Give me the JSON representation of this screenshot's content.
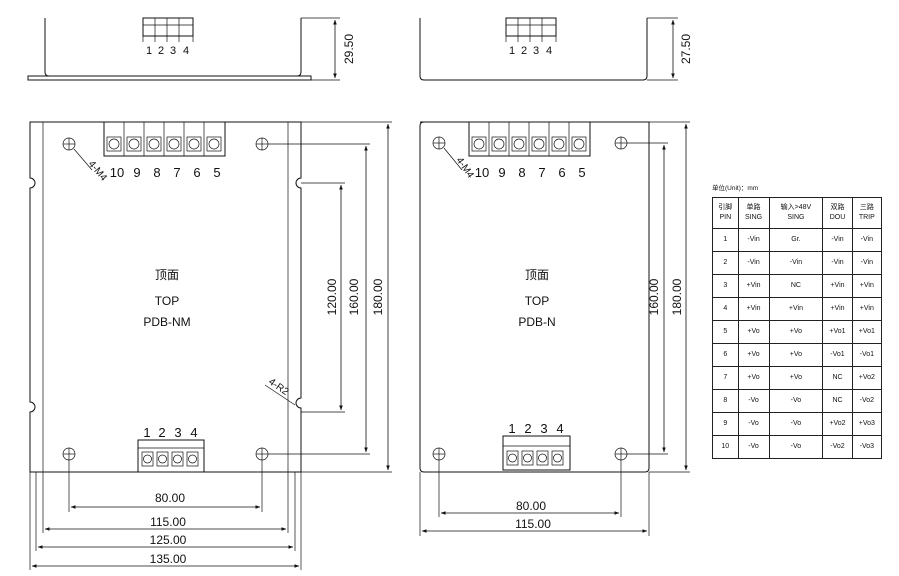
{
  "side_view_left": {
    "pins": [
      "1",
      "2",
      "3",
      "4"
    ],
    "height_dim": "29.50"
  },
  "side_view_right": {
    "pins": [
      "1",
      "2",
      "3",
      "4"
    ],
    "height_dim": "27.50"
  },
  "top_view_left": {
    "top_terminals": [
      "10",
      "9",
      "8",
      "7",
      "6",
      "5"
    ],
    "bottom_terminals": [
      "1",
      "2",
      "3",
      "4"
    ],
    "mount_label": "4-M4",
    "corner_label": "4-R2",
    "title_cn": "顶面",
    "title_en": "TOP",
    "model": "PDB-NM",
    "dims": {
      "hole_spacing_v": "120.00",
      "hole_spacing_v2": "160.00",
      "height": "180.00",
      "w1": "80.00",
      "w2": "115.00",
      "w3": "125.00",
      "w4": "135.00"
    }
  },
  "top_view_right": {
    "top_terminals": [
      "10",
      "9",
      "8",
      "7",
      "6",
      "5"
    ],
    "bottom_terminals": [
      "1",
      "2",
      "3",
      "4"
    ],
    "mount_label": "4-M4",
    "title_cn": "顶面",
    "title_en": "TOP",
    "model": "PDB-N",
    "dims": {
      "hole_spacing_v": "160.00",
      "height": "180.00",
      "w1": "80.00",
      "w2": "115.00"
    }
  },
  "pin_table": {
    "unit": "单位(Unit)：mm",
    "headers": [
      [
        "引脚",
        "PIN"
      ],
      [
        "单路",
        "SING"
      ],
      [
        "输入>48V",
        "SING"
      ],
      [
        "双路",
        "DOU"
      ],
      [
        "三路",
        "TRIP"
      ]
    ],
    "rows": [
      [
        "1",
        "-Vin",
        "Gr.",
        "-Vin",
        "-Vin"
      ],
      [
        "2",
        "-Vin",
        "-Vin",
        "-Vin",
        "-Vin"
      ],
      [
        "3",
        "+Vin",
        "NC",
        "+Vin",
        "+Vin"
      ],
      [
        "4",
        "+Vin",
        "+Vin",
        "+Vin",
        "+Vin"
      ],
      [
        "5",
        "+Vo",
        "+Vo",
        "+Vo1",
        "+Vo1"
      ],
      [
        "6",
        "+Vo",
        "+Vo",
        "-Vo1",
        "-Vo1"
      ],
      [
        "7",
        "+Vo",
        "+Vo",
        "NC",
        "+Vo2"
      ],
      [
        "8",
        "-Vo",
        "-Vo",
        "NC",
        "-Vo2"
      ],
      [
        "9",
        "-Vo",
        "-Vo",
        "+Vo2",
        "+Vo3"
      ],
      [
        "10",
        "-Vo",
        "-Vo",
        "-Vo2",
        "-Vo3"
      ]
    ]
  }
}
